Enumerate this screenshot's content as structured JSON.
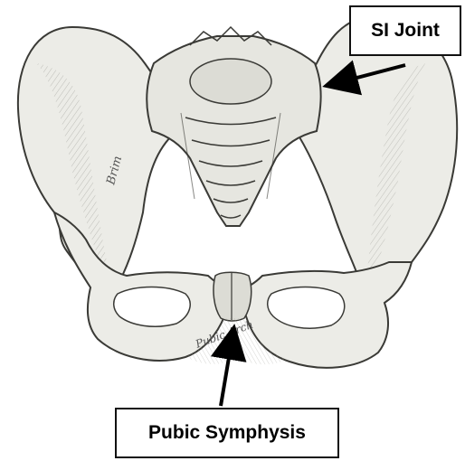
{
  "labels": {
    "si_joint": "SI Joint",
    "pubic_symphysis": "Pubic Symphysis"
  },
  "engraved_text": {
    "brim": "Brim",
    "pubic_arch": "Pubic Arch"
  },
  "colors": {
    "bone_fill": "#efefeb",
    "bone_shade": "#bdbdb5",
    "line": "#3a3a36",
    "arrow": "#000000"
  }
}
